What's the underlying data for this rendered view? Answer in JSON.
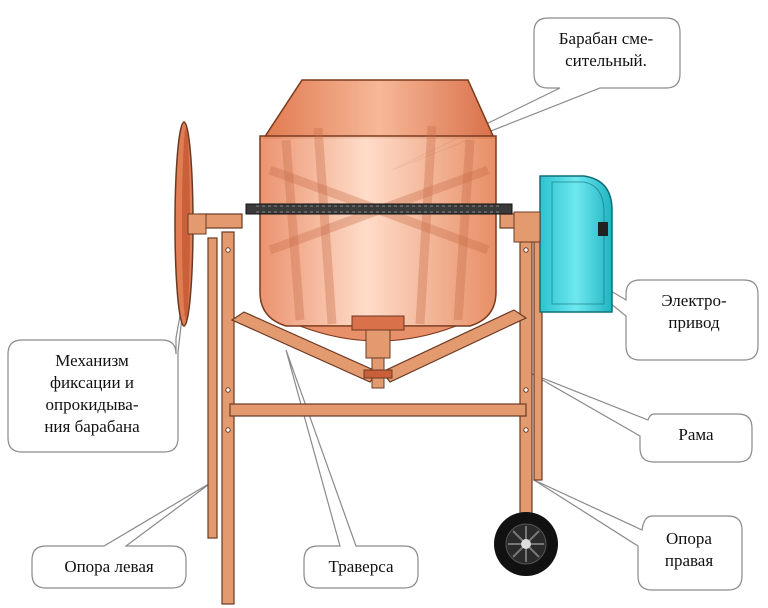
{
  "diagram": {
    "labels": {
      "drum": [
        "Барабан сме-",
        "сительный."
      ],
      "motor": [
        "Электро-",
        "привод"
      ],
      "mechanism": [
        "Механизм",
        "фиксации и",
        "опрокидыва-",
        "ния барабана"
      ],
      "frame": "Рама",
      "right_support": [
        "Опора",
        "правая"
      ],
      "left_support": "Опора левая",
      "traverse": "Траверса"
    },
    "colors": {
      "drum": "#f4a27e",
      "drum_light": "#ffe2cf",
      "drum_edge": "#7a3a1e",
      "frame": "#e49a6f",
      "frame_edge": "#6b3a22",
      "motor": "#3fd6e0",
      "motor_edge": "#0f6f78",
      "wheel": "#111111",
      "callout_border": "#8a8a8a",
      "pointer": "#555555"
    }
  }
}
